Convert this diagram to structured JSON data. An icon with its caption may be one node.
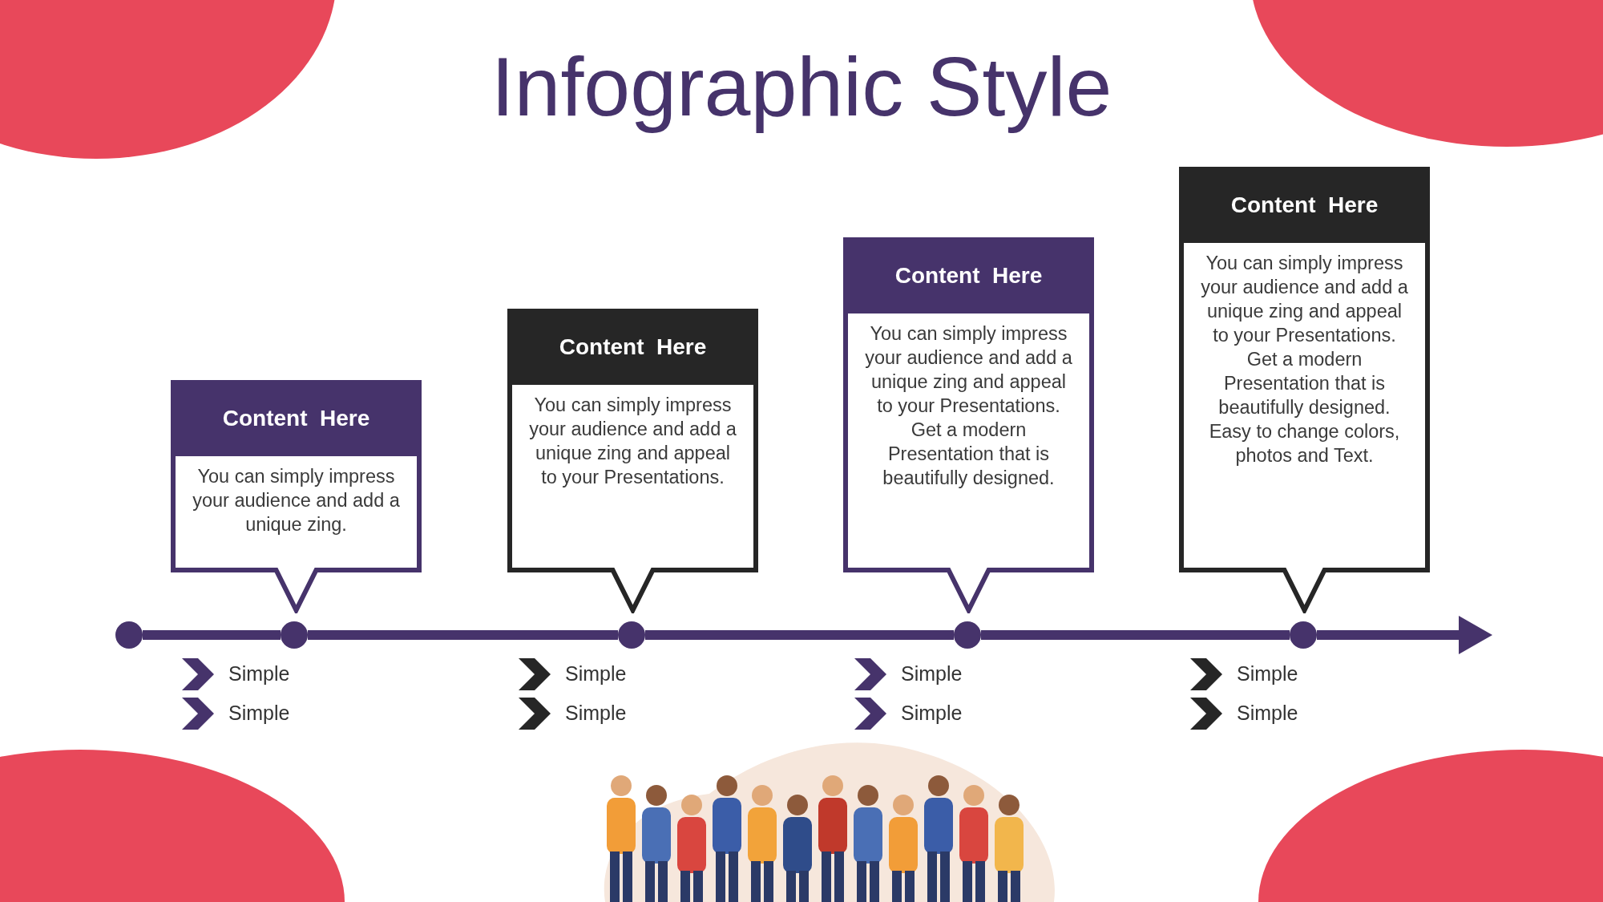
{
  "diagram": {
    "title": "Infographic Style",
    "nodes": [
      {
        "text": [
          "Content  Here",
          "You can simply impress your audience and add a unique zing."
        ]
      },
      {
        "text": [
          "Content  Here",
          "You can simply impress your audience and add a unique zing and appeal to your Presentations."
        ]
      },
      {
        "text": [
          "Content  Here",
          "You can simply impress your audience and add a unique zing and appeal to your Presentations. Get a modern Presentation that is beautifully designed."
        ]
      },
      {
        "text": [
          "Content  Here",
          "You can simply impress your audience and add a unique zing and appeal to your Presentations. Get a modern Presentation that is beautifully designed. Easy to change colors, photos and Text."
        ]
      },
      {
        "text": [],
        "shape": "circle"
      },
      {
        "text": [],
        "shape": "circle"
      },
      {
        "text": [],
        "shape": "circle"
      },
      {
        "text": [],
        "shape": "circle"
      },
      {
        "text": [],
        "shape": "circle"
      }
    ],
    "edges": [
      {
        "from": 4,
        "to": 5,
        "arrow": "none"
      },
      {
        "from": 5,
        "to": 6,
        "arrow": "none"
      },
      {
        "from": 6,
        "to": 7,
        "arrow": "none"
      },
      {
        "from": 7,
        "to": 8,
        "arrow": "none"
      },
      {
        "from": 8,
        "to": null,
        "arrow": "to"
      }
    ],
    "labels": [
      "Simple",
      "Simple",
      "Simple",
      "Simple",
      "Simple",
      "Simple",
      "Simple",
      "Simple"
    ]
  }
}
